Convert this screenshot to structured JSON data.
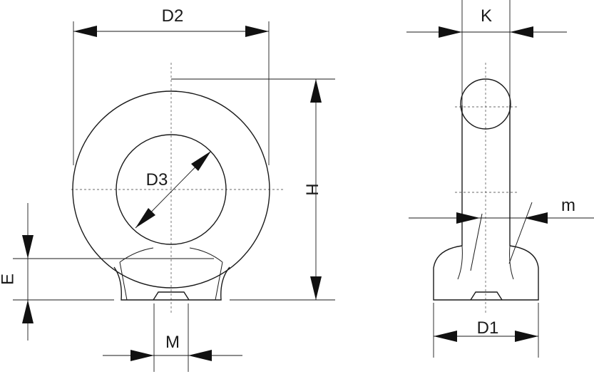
{
  "labels": {
    "d2": "D2",
    "d3": "D3",
    "h": "H",
    "e": "E",
    "m_upper": "M",
    "k": "K",
    "m_lower": "m",
    "d1": "D1"
  },
  "colors": {
    "line": "#1a1a1a",
    "centerline": "#6a6a6a",
    "background": "#ffffff"
  }
}
